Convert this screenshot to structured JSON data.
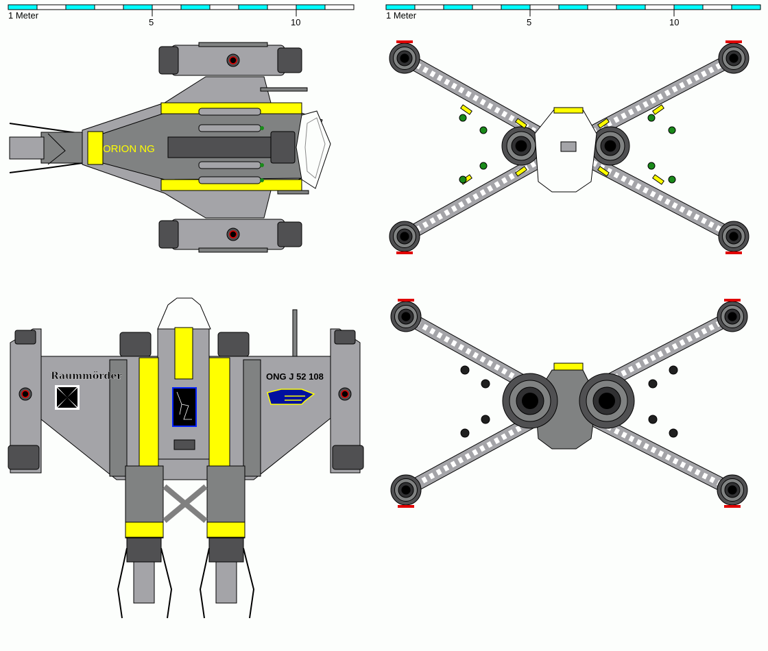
{
  "scale_bars": [
    {
      "unit_label": "1 Meter",
      "tick_5": "5",
      "tick_10": "10",
      "segments": 12
    },
    {
      "unit_label": "1 Meter",
      "tick_5": "5",
      "tick_10": "10",
      "segments": 13
    }
  ],
  "views": {
    "side": {
      "hull_marking": "ORION NG"
    },
    "top": {
      "ship_name": "Raummörder",
      "registration": "ONG  J 52 108",
      "emblem": "iron-cross",
      "squadron_emblem": "blue-winged-insignia",
      "nose_art": "orion-constellation"
    },
    "front": {},
    "rear": {}
  },
  "colors": {
    "hull": "#a4a4a8",
    "accent": "#ffff00",
    "scale_fill": "#00ffff",
    "dark": "#505052",
    "insignia_blue": "#0010a0"
  }
}
